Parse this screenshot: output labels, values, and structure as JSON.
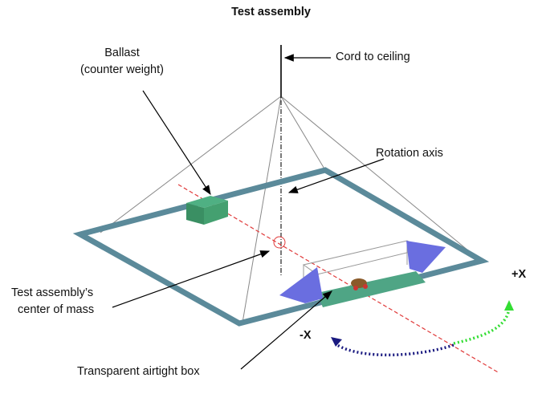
{
  "title": "Test assembly",
  "labels": {
    "cord": "Cord to ceiling",
    "ballast_line1": "Ballast",
    "ballast_line2": "(counter weight)",
    "rotation_axis": "Rotation axis",
    "com_line1": "Test assembly’s",
    "com_line2": "center of mass",
    "box": "Transparent airtight box",
    "plus_x": "+X",
    "minus_x": "-X"
  },
  "colors": {
    "frame": "#5b8a9a",
    "ballast": "#3f9a6e",
    "platform": "#4fa585",
    "cone": "#6a6ee0",
    "axis_line": "#e03a3a",
    "plus_arrow": "#33dd33",
    "minus_arrow": "#1a1a80"
  }
}
